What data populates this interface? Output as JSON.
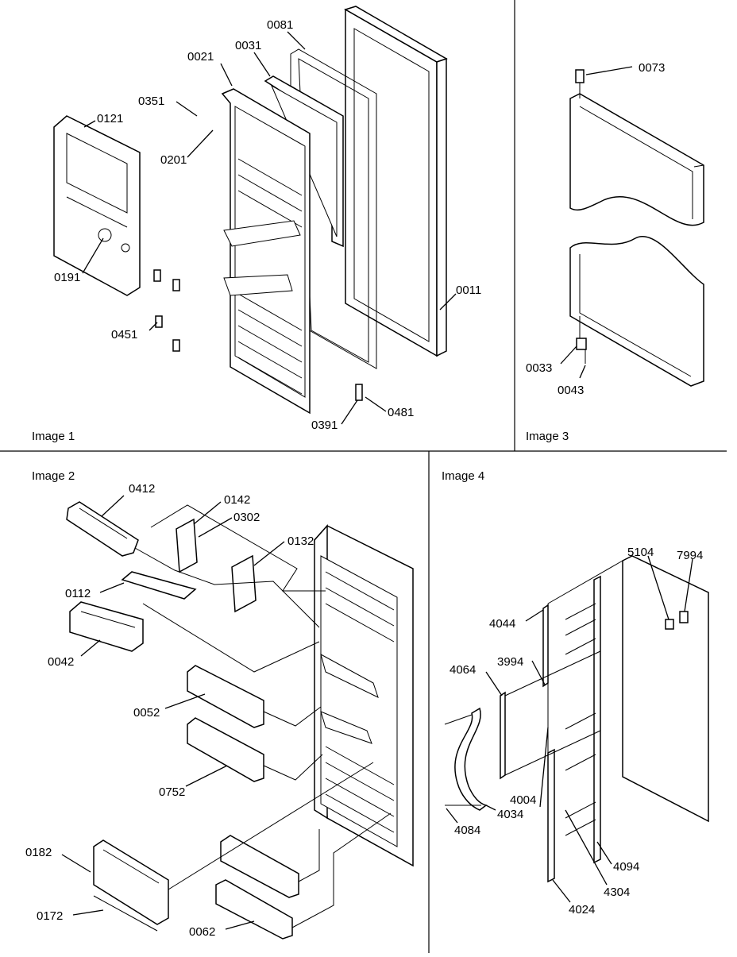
{
  "colors": {
    "ink": "#000000",
    "paper": "#ffffff"
  },
  "panels": [
    {
      "title": "Image 1",
      "callouts": [
        "0081",
        "0021",
        "0031",
        "0351",
        "0121",
        "0201",
        "0191",
        "0011",
        "0451",
        "0391",
        "0481"
      ]
    },
    {
      "title": "Image 3",
      "callouts": [
        "0073",
        "0033",
        "0043"
      ]
    },
    {
      "title": "Image 2",
      "callouts": [
        "0412",
        "0142",
        "0302",
        "0132",
        "0112",
        "0042",
        "0052",
        "0752",
        "0182",
        "0172",
        "0062"
      ]
    },
    {
      "title": "Image 4",
      "callouts": [
        "5104",
        "7994",
        "4044",
        "3994",
        "4064",
        "4004",
        "4034",
        "4084",
        "4094",
        "4304",
        "4024"
      ]
    }
  ]
}
